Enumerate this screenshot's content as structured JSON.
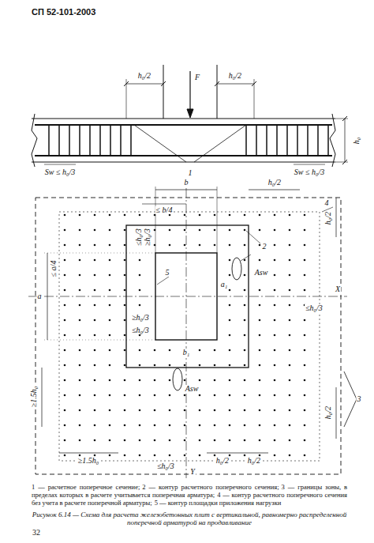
{
  "diagram": {
    "title": "СП 52-101-2003",
    "caption": "Рисунок 6.14 — Схема для расчета железобетонных плит с вертикальной, равномерно распределенной поперечной арматурой на продавливание",
    "labels": [
      "h₀/2",
      "F",
      "h₀/2",
      "h₀",
      "1",
      "Sw ≤ h₀/3",
      "Sw ≤ h₀/3",
      "b",
      "h₀/2",
      "≤ b/4",
      "≥h₀/3",
      "≤h₀/3",
      "Asw",
      "2",
      "4",
      "h₀/2",
      "a",
      "≤ a/4",
      "a₁",
      "X",
      "≤h₀/3",
      "5",
      "≥h₀/3",
      "≤h₀/3",
      "b₁",
      "h₀/2",
      "3",
      "Asw",
      "≥1.5h₀",
      "≥1.5h₀",
      "h₀/2",
      "h₀/2",
      "≤h₀/3",
      "Y",
      "1 — расчетное поперечное сечение;",
      "2 — контур расчетного поперечного сечения;",
      "3 — границы зоны, в пределах которых в расчете учитывается поперечная арматура;",
      "4 — контур расчетного поперечного сечения без учета в расчете поперечной арматуры;",
      "5 — контур площадки приложения нагрузки",
      "32"
    ]
  }
}
